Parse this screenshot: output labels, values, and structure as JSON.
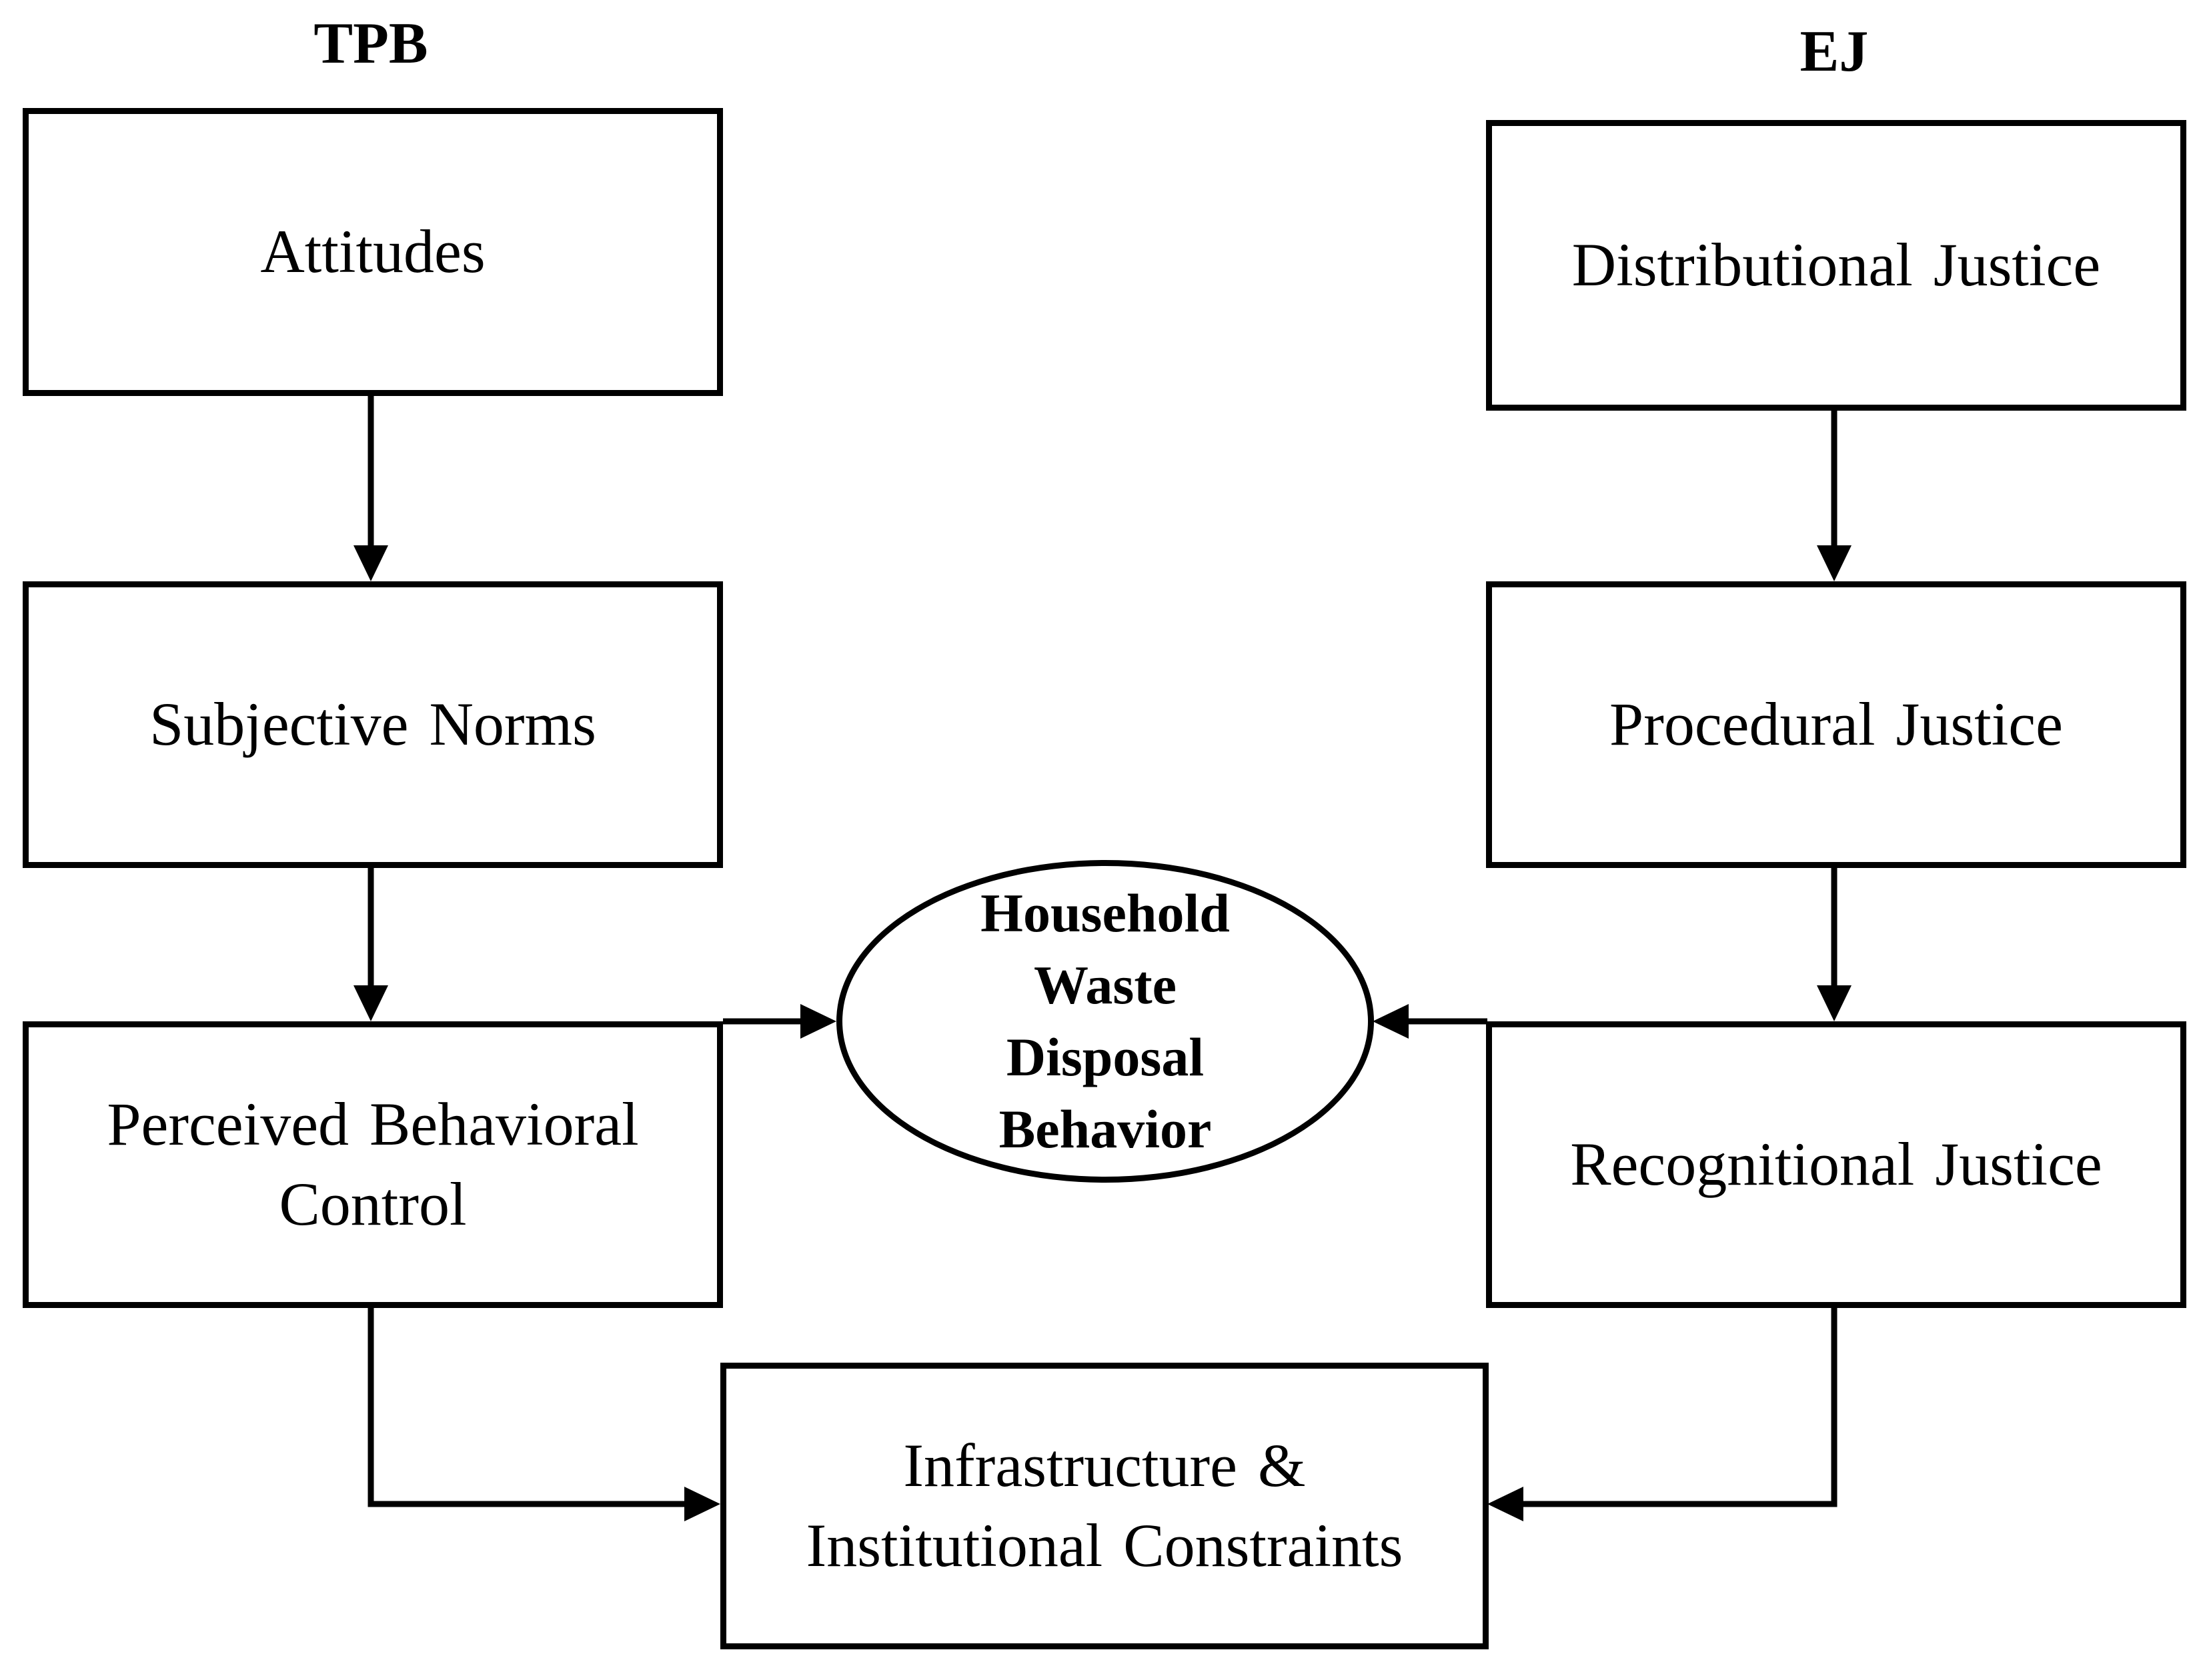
{
  "headings": {
    "left": "TPB",
    "right": "EJ"
  },
  "tpb_nodes": {
    "attitudes": "Attitudes",
    "subjective_norms": "Subjective Norms",
    "pbc_line1": "Perceived Behavioral",
    "pbc_line2": "Control"
  },
  "ej_nodes": {
    "distributional": "Distributional Justice",
    "procedural": "Procedural Justice",
    "recognitional": "Recognitional Justice"
  },
  "center": {
    "line1": "Household",
    "line2": "Waste",
    "line3": "Disposal",
    "line4": "Behavior"
  },
  "bottom": {
    "line1": "Infrastructure &",
    "line2": "Institutional Constraints"
  },
  "colors": {
    "stroke": "#000000",
    "background": "#ffffff"
  }
}
